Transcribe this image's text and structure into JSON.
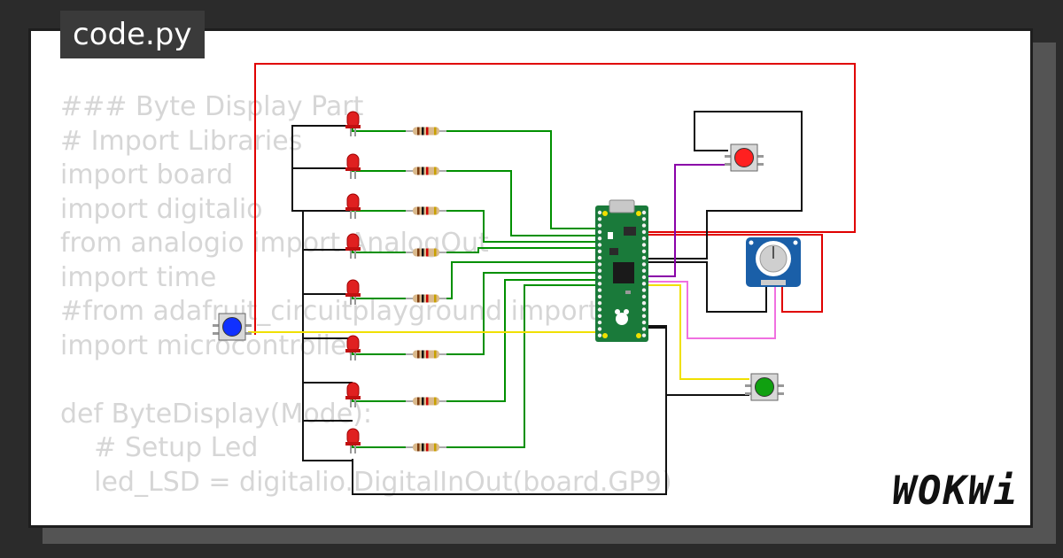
{
  "file_tab": {
    "label": "code.py"
  },
  "code_lines": [
    "### Byte Display Part",
    "# Import Libraries",
    "import board",
    "import digitalio",
    "from analogio import AnalogOut",
    "import time",
    "#from adafruit_circuitplayground import",
    "import microcontroller",
    "",
    "def ByteDisplay(Mode):",
    "    # Setup Led",
    "    led_LSD = digitalio.DigitalInOut(board.GP9)"
  ],
  "brand": {
    "logo_text": "WOKWi"
  },
  "colors": {
    "wire_red": "#e00000",
    "wire_green": "#009000",
    "wire_black": "#111111",
    "wire_yellow": "#f0e000",
    "wire_purple": "#8a00a8",
    "wire_pink": "#f070e0",
    "pico_board": "#1a7a3a",
    "led_red": "#e02020",
    "button_red": "#ff2020",
    "button_blue": "#1030ff",
    "button_green": "#10a010",
    "pot_body": "#1a5fa8"
  },
  "components": {
    "leds": 8,
    "resistors": 8,
    "buttons": [
      "blue",
      "red",
      "green"
    ],
    "potentiometer": 1,
    "microcontroller": "Raspberry Pi Pico"
  }
}
